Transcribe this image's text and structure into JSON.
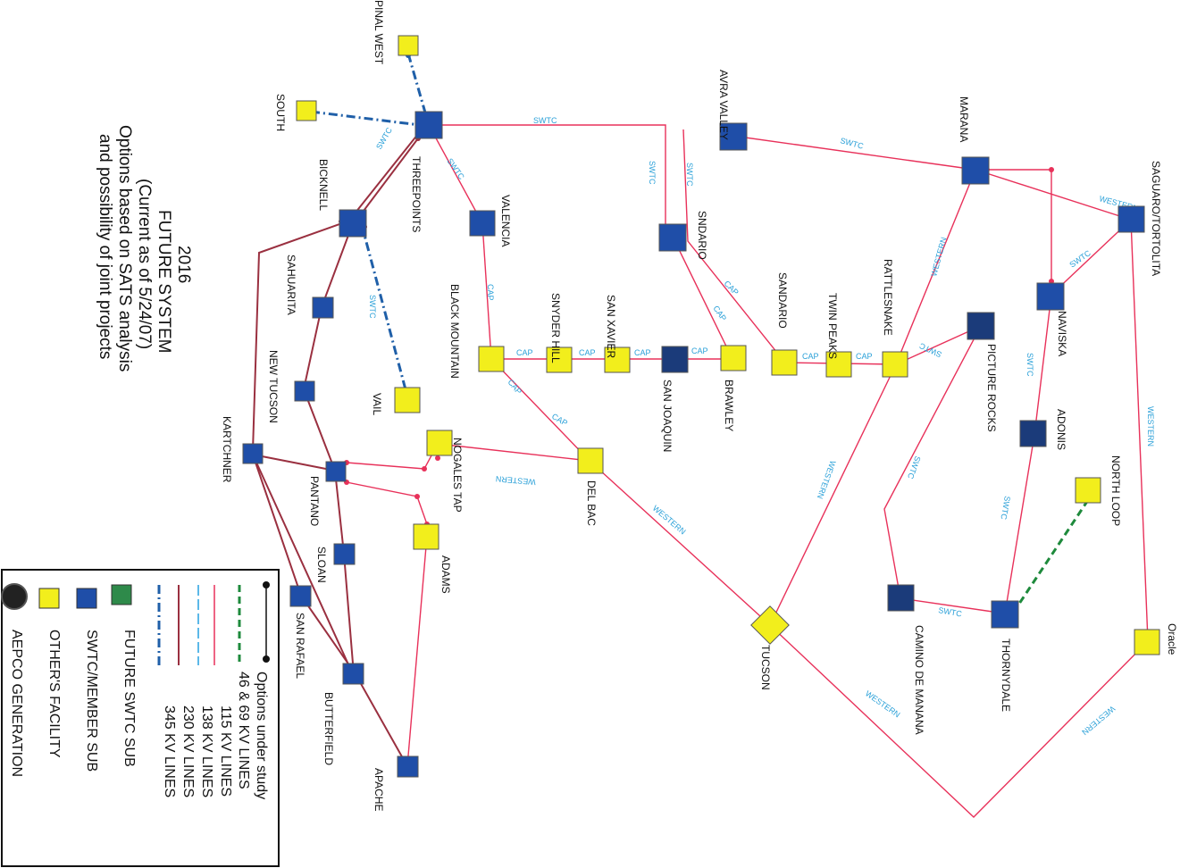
{
  "title": {
    "line1": "2016",
    "line2": "FUTURE SYSTEM",
    "line3": "(Current as of  5/24/07)",
    "line4": "Options based on SATS analysis",
    "line5": "and possibility of joint projects"
  },
  "legend": {
    "items": [
      {
        "key": "options",
        "label": "Options under study"
      },
      {
        "key": "kv4669",
        "label": "46  & 69  KV LINES"
      },
      {
        "key": "kv115",
        "label": "115 KV LINES"
      },
      {
        "key": "kv138",
        "label": "138 KV LINES"
      },
      {
        "key": "kv230",
        "label": "230 KV LINES"
      },
      {
        "key": "kv345",
        "label": "345 KV LINES"
      },
      {
        "key": "future",
        "label": "FUTURE SWTC SUB"
      },
      {
        "key": "member",
        "label": "SWTC/MEMBER SUB"
      },
      {
        "key": "other",
        "label": "OTHER'S FACILITY"
      },
      {
        "key": "gen",
        "label": "AEPCO GENERATION"
      }
    ]
  },
  "colors": {
    "kv115": "#e8315a",
    "kv138": "#5bb8e8",
    "kv230": "#9a3040",
    "kv345": "#1f5fa8",
    "kv4669": "#1e8a3c",
    "swtc_sub": "#1f4ea8",
    "swtc_sub_dark": "#1b3b7a",
    "others": "#f2ee1c",
    "line_label": "#2aa0d8"
  },
  "nodes": {
    "pinal_west": "PINAL WEST",
    "south": "SOUTH",
    "threepoints": "THREEPOINTS",
    "bicknell": "BICKNELL",
    "valencia": "VALENCIA",
    "sahuarita": "SAHUARITA",
    "vail": "VAIL",
    "new_tucson": "NEW TUCSON",
    "kartchner": "KARTCHNER",
    "pantano": "PANTANO",
    "nogales_tap": "NOGALES TAP",
    "adams": "ADAMS",
    "sloan": "SLOAN",
    "san_rafael": "SAN RAFAEL",
    "butterfield": "BUTTERFIELD",
    "apache": "APACHE",
    "black_mountain": "BLACK MOUNTAIN",
    "snyder_hill": "SNYDER HILL",
    "san_xavier": "SAN XAVIER",
    "san_joaquin": "SAN JOAQUIN",
    "brawley": "BRAWLEY",
    "del_bac": "DEL BAC",
    "tucson": "TUCSON",
    "avra_valley": "AVRA VALLEY",
    "sndario": "SNDARIO",
    "sandario": "SANDARIO",
    "twin_peaks": "TWIN PEAKS",
    "rattlesnake": "RATTLESNAKE",
    "picture_rocks": "PICTURE ROCKS",
    "marana": "MARANA",
    "saguaro": "SAGUARO/TORTOLITA",
    "naviska": "NAVISKA",
    "adonis": "ADONIS",
    "north_loop": "NORTH LOOP",
    "camino": "CAMINO DE MANANA",
    "thornydale": "THORNYDALE",
    "oracle": "Oracle"
  },
  "line_labels": {
    "swtc": "SWTC",
    "cap": "CAP",
    "western": "WESTERN"
  }
}
